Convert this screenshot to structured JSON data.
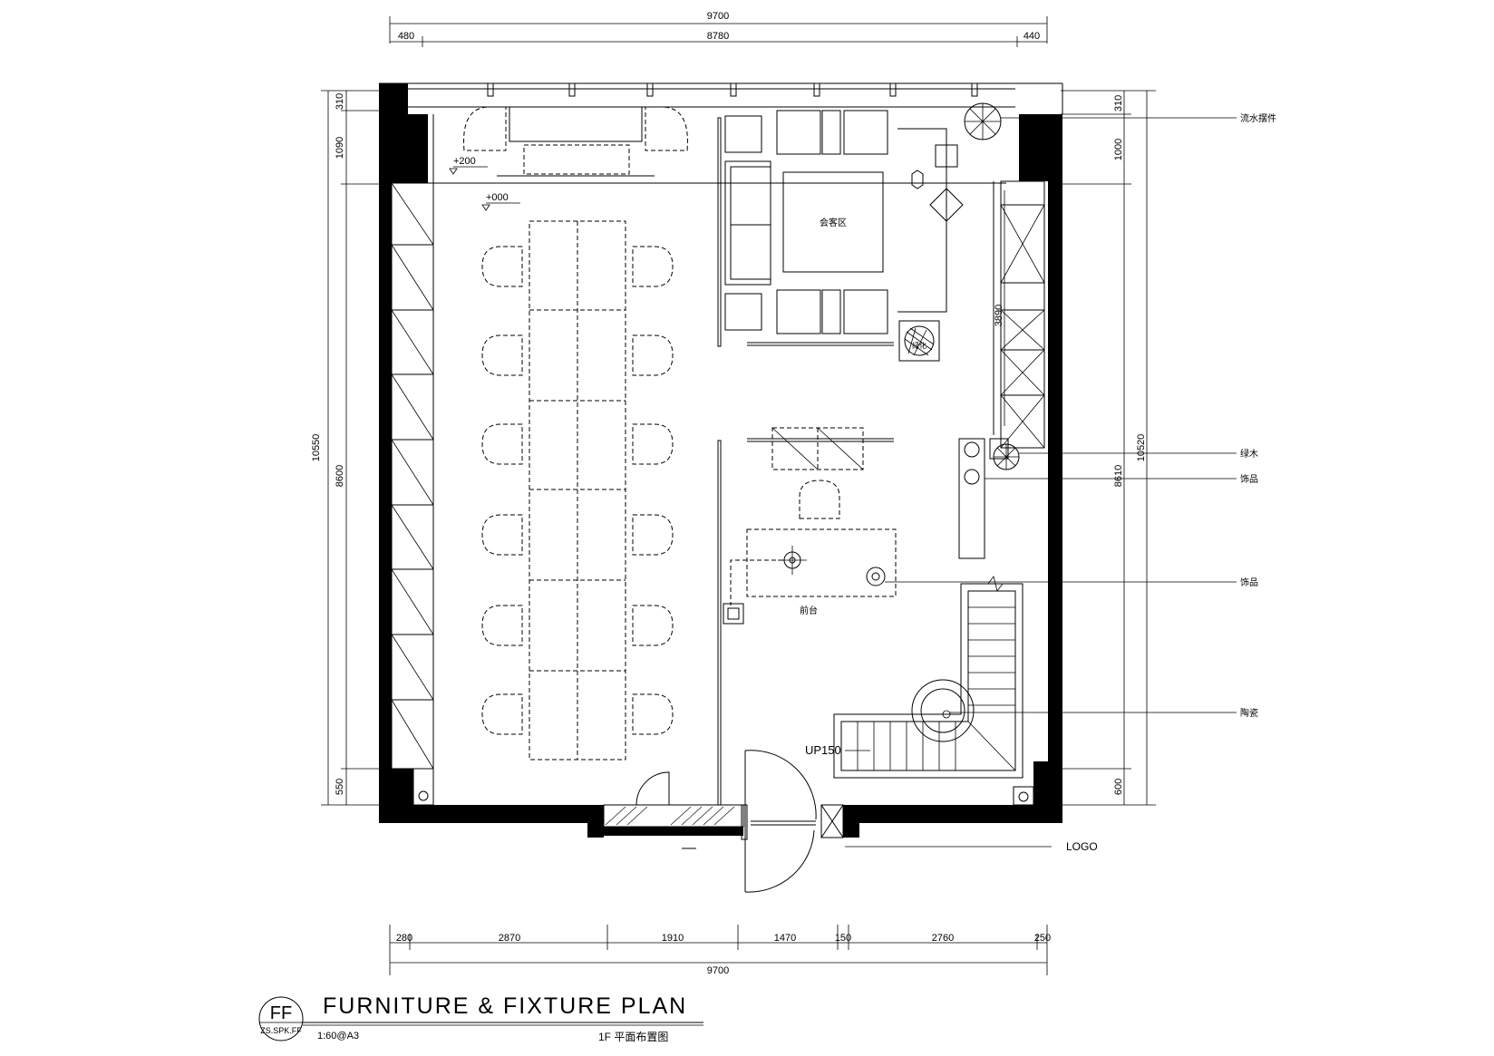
{
  "dimensions": {
    "top_overall": "9700",
    "top_left": "480",
    "top_middle": "8780",
    "top_right": "440",
    "left_overall": "10550",
    "left_top": "310",
    "left_upper": "1090",
    "left_middle": "8600",
    "left_bottom": "550",
    "right_top": "310",
    "right_upper": "1000",
    "right_stair": "3890",
    "right_overall": "10520",
    "right_middle": "8610",
    "right_bottom": "600",
    "bottom_segments": [
      "280",
      "2870",
      "1910",
      "1470",
      "150",
      "2760",
      "250"
    ],
    "bottom_overall": "9700"
  },
  "levels": {
    "raised": "+200",
    "floor": "+000"
  },
  "room_labels": {
    "meeting_area": "会客区",
    "reception_desk": "前台",
    "up_stair": "UP150"
  },
  "callouts": {
    "spiral_top": "流水摆件",
    "plant": "绿木",
    "ornament_1": "饰品",
    "ornament_2": "饰品",
    "ornament_3": "陶瓷"
  },
  "small_marks": {
    "plant_tag": "绿化"
  },
  "logo_label": "LOGO",
  "title_block": {
    "badge_top": "FF",
    "badge_bottom": "ZS.SPK.FF",
    "title": "FURNITURE & FIXTURE PLAN",
    "scale": "1:60@A3",
    "subtitle": "1F 平面布置图"
  }
}
